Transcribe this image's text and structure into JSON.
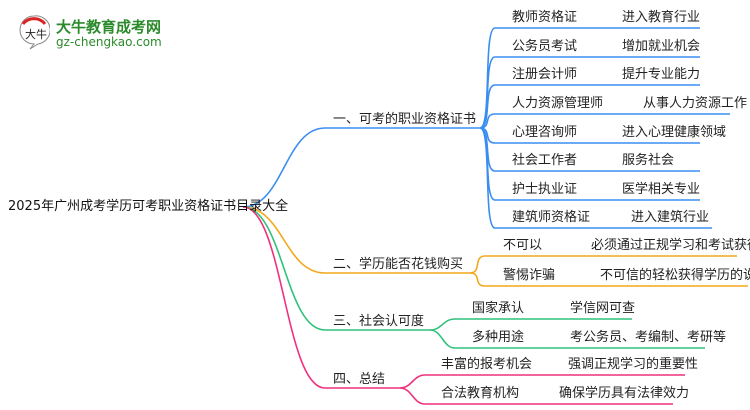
{
  "logo": {
    "brand": "大牛教育成考网",
    "url": "gz-chengkao.com",
    "mark_text": "大牛"
  },
  "root": "2025年广州成考学历可考职业资格证书目录大全",
  "colors": {
    "blue": "#3a8ef0",
    "orange": "#f2a81d",
    "green": "#2fc27a",
    "pink": "#f0307c"
  },
  "branches": [
    {
      "label": "一、可考的职业资格证书",
      "color": "blue",
      "leaves": [
        {
          "name": "教师资格证",
          "value": "进入教育行业"
        },
        {
          "name": "公务员考试",
          "value": "增加就业机会"
        },
        {
          "name": "注册会计师",
          "value": "提升专业能力"
        },
        {
          "name": "人力资源管理师",
          "value": "从事人力资源工作"
        },
        {
          "name": "心理咨询师",
          "value": "进入心理健康领域"
        },
        {
          "name": "社会工作者",
          "value": "服务社会"
        },
        {
          "name": "护士执业证",
          "value": "医学相关专业"
        },
        {
          "name": "建筑师资格证",
          "value": "进入建筑行业"
        }
      ]
    },
    {
      "label": "二、学历能否花钱购买",
      "color": "orange",
      "leaves": [
        {
          "name": "不可以",
          "value": "必须通过正规学习和考试获得"
        },
        {
          "name": "警惕诈骗",
          "value": "不可信的轻松获得学历的说法"
        }
      ]
    },
    {
      "label": "三、社会认可度",
      "color": "green",
      "leaves": [
        {
          "name": "国家承认",
          "value": "学信网可查"
        },
        {
          "name": "多种用途",
          "value": "考公务员、考编制、考研等"
        }
      ]
    },
    {
      "label": "四、总结",
      "color": "pink",
      "leaves": [
        {
          "name": "丰富的报考机会",
          "value": "强调正规学习的重要性"
        },
        {
          "name": "合法教育机构",
          "value": "确保学历具有法律效力"
        }
      ]
    }
  ]
}
